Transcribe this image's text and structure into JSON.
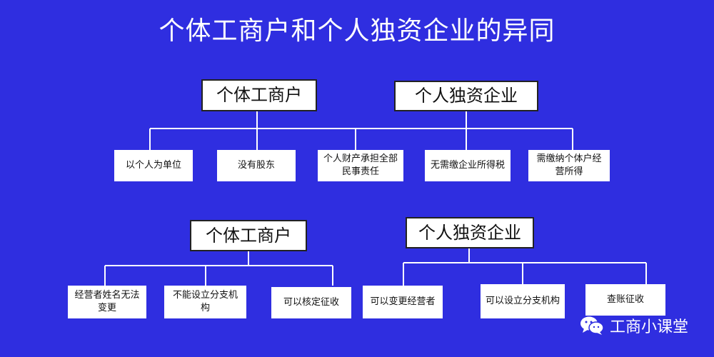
{
  "title": "个体工商户和个人独资企业的异同",
  "section1": {
    "head_left": "个体工商户",
    "head_right": "个人独资企业",
    "items": [
      "以个人为单位",
      "没有股东",
      "个人财产承担全部民事责任",
      "无需缴企业所得税",
      "需缴纳个体户经营所得"
    ]
  },
  "section2": {
    "head": "个体工商户",
    "items": [
      "经营者姓名无法变更",
      "不能设立分支机构",
      "可以核定征收"
    ]
  },
  "section3": {
    "head": "个人独资企业",
    "items": [
      "可以变更经营者",
      "可以设立分支机构",
      "查账征收"
    ]
  },
  "brand": {
    "label": "工商小课堂",
    "icon": "wechat-icon"
  }
}
